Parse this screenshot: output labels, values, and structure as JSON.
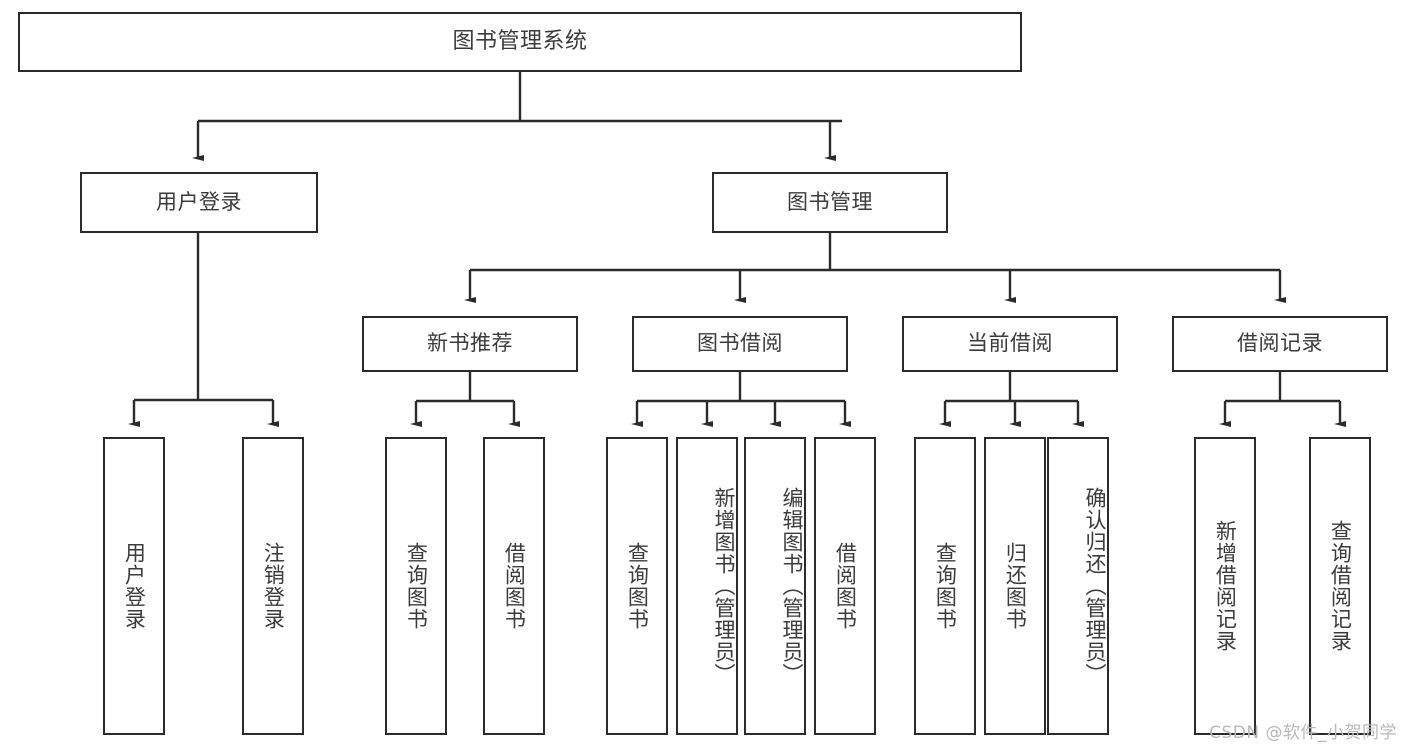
{
  "diagram": {
    "title": "图书管理系统",
    "type": "tree-hierarchy",
    "colors": {
      "background": "#ffffff",
      "box_fill": "#ffffff",
      "box_border": "#2b2b2b",
      "text": "#3b3b3b",
      "edge": "#2b2b2b",
      "watermark": "#b9b9b9"
    },
    "root": {
      "label": "图书管理系统"
    },
    "level2": [
      {
        "id": "user-login",
        "label": "用户登录"
      },
      {
        "id": "book-management",
        "label": "图书管理"
      }
    ],
    "level3": [
      {
        "id": "new-book-recommend",
        "label": "新书推荐",
        "parent": "book-management"
      },
      {
        "id": "book-borrow",
        "label": "图书借阅",
        "parent": "book-management"
      },
      {
        "id": "current-borrow",
        "label": "当前借阅",
        "parent": "book-management"
      },
      {
        "id": "borrow-record",
        "label": "借阅记录",
        "parent": "book-management"
      }
    ],
    "leaves": {
      "user-login": [
        {
          "id": "leaf-user-login",
          "label": "用户登录"
        },
        {
          "id": "leaf-logout",
          "label": "注销登录"
        }
      ],
      "new-book-recommend": [
        {
          "id": "leaf-query-book-1",
          "label": "查询图书"
        },
        {
          "id": "leaf-borrow-book-1",
          "label": "借阅图书"
        }
      ],
      "book-borrow": [
        {
          "id": "leaf-query-book-2",
          "label": "查询图书"
        },
        {
          "id": "leaf-add-book",
          "label": "新增图书（管理员）"
        },
        {
          "id": "leaf-edit-book",
          "label": "编辑图书（管理员）"
        },
        {
          "id": "leaf-borrow-book-2",
          "label": "借阅图书"
        }
      ],
      "current-borrow": [
        {
          "id": "leaf-query-book-3",
          "label": "查询图书"
        },
        {
          "id": "leaf-return-book",
          "label": "归还图书"
        },
        {
          "id": "leaf-confirm-return",
          "label": "确认归还（管理员）"
        }
      ],
      "borrow-record": [
        {
          "id": "leaf-add-record",
          "label": "新增借阅记录"
        },
        {
          "id": "leaf-query-record",
          "label": "查询借阅记录"
        }
      ]
    }
  },
  "watermark": {
    "text": "CSDN @软件_小贺同学"
  }
}
